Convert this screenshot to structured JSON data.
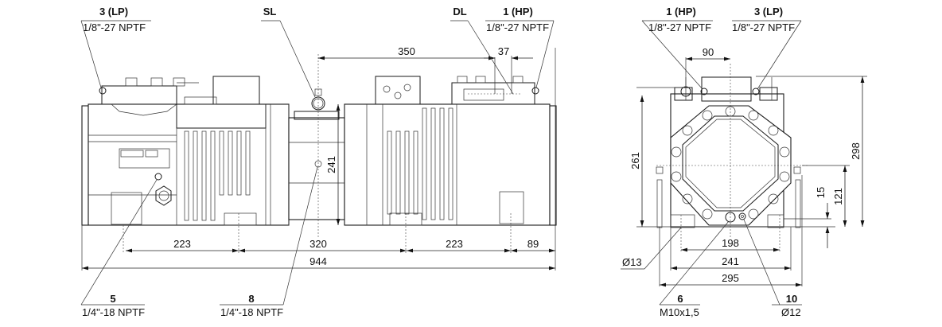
{
  "side_view": {
    "callouts": {
      "lp_port": {
        "id": "3 (LP)",
        "spec": "1/8\"-27 NPTF"
      },
      "suction_line": {
        "id": "SL"
      },
      "discharge_line": {
        "id": "DL"
      },
      "hp_port": {
        "id": "1 (HP)",
        "spec": "1/8\"-27 NPTF"
      },
      "port_5": {
        "id": "5",
        "spec": "1/4\"-18 NPTF"
      },
      "port_8": {
        "id": "8",
        "spec": "1/4\"-18 NPTF"
      }
    },
    "dimensions": {
      "sl_to_dl": "350",
      "dl_offset": "37",
      "height_center": "241",
      "foot_left": "223",
      "foot_middle": "320",
      "foot_right": "223",
      "end_overhang": "89",
      "overall_length": "944"
    }
  },
  "end_view": {
    "callouts": {
      "hp_port": {
        "id": "1 (HP)",
        "spec": "1/8\"-27 NPTF"
      },
      "lp_port": {
        "id": "3 (LP)",
        "spec": "1/8\"-27 NPTF"
      },
      "mount_hole": {
        "spec": "Ø13"
      },
      "port_6": {
        "id": "6",
        "spec": "M10x1,5"
      },
      "port_10": {
        "id": "10",
        "spec": "Ø12"
      }
    },
    "dimensions": {
      "port_offset": "90",
      "height_261": "261",
      "overall_height": "298",
      "center_height": "121",
      "foot_thickness": "15",
      "hole_spacing": "198",
      "foot_inner": "241",
      "foot_outer": "295"
    }
  }
}
